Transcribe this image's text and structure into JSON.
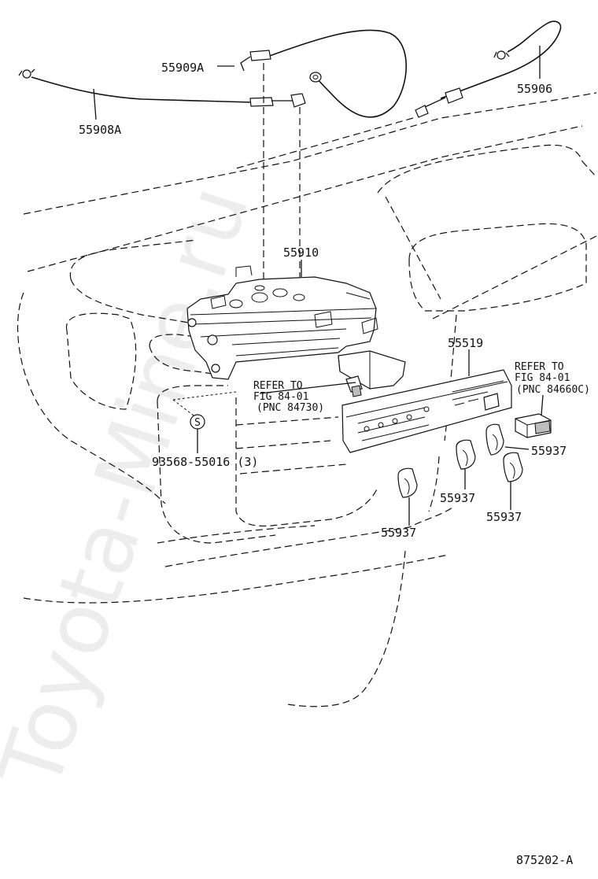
{
  "watermark": "Toyota-Mine.ru",
  "labels": {
    "p55909a": "55909A",
    "p55906": "55906",
    "p55908a": "55908A",
    "p55910": "55910",
    "p55519": "55519",
    "p93568": "93568-55016 (3)",
    "p55937_right": "55937",
    "p55937_mid": "55937",
    "p55937_lower": "55937",
    "p55937_left": "55937"
  },
  "refs": {
    "left": {
      "line1": "REFER TO",
      "line2": "FIG 84-01",
      "line3": "(PNC 84730)"
    },
    "right": {
      "line1": "REFER TO",
      "line2": "FIG 84-01",
      "line3": "(PNC 84660C)"
    }
  },
  "symbols": {
    "fastener": "S"
  },
  "diagram_id": "875202-A"
}
